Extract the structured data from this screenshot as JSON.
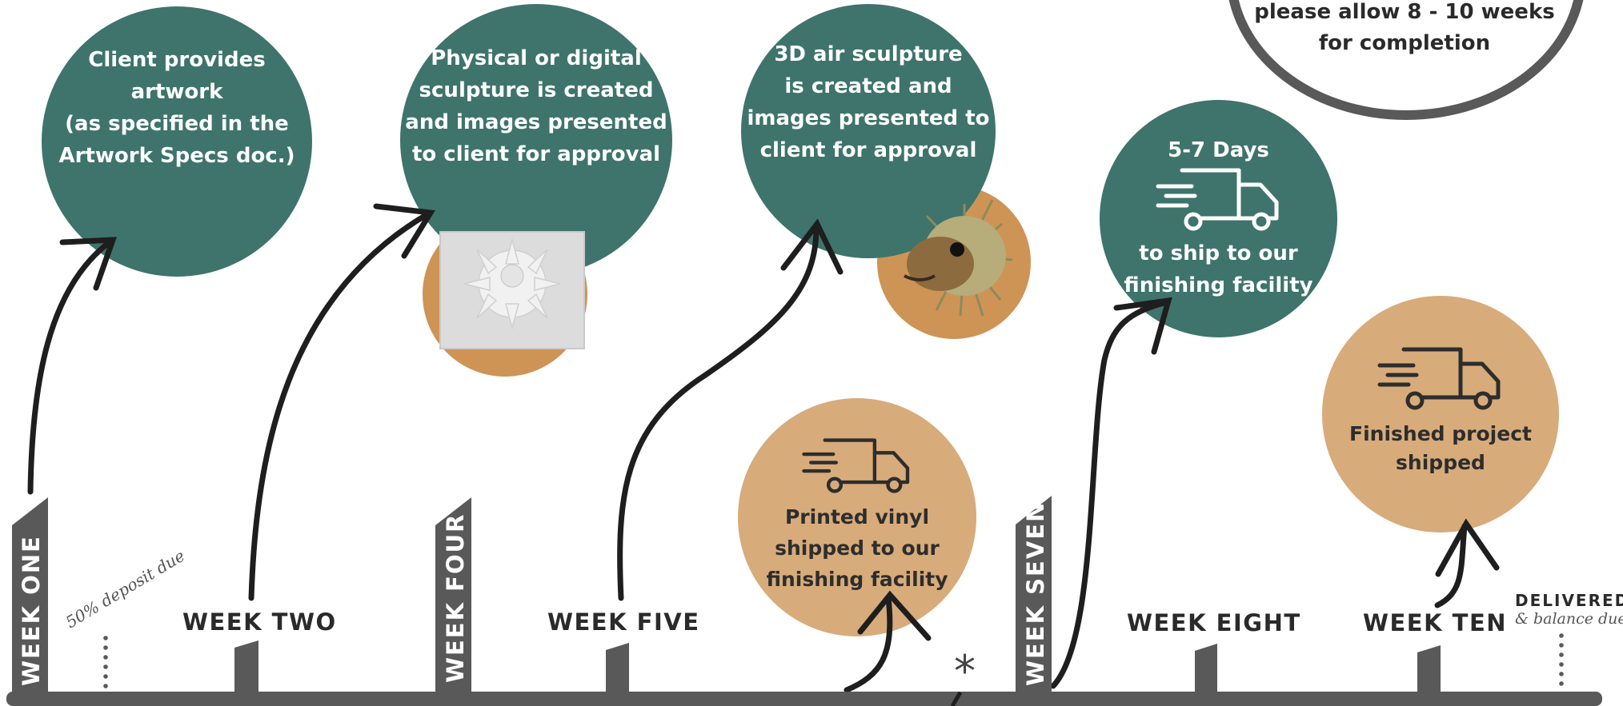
{
  "colors": {
    "green": "#3e746b",
    "tan": "#d8ab7a",
    "orange": "#cd9455",
    "gray": "#595959",
    "arrow": "#1e1e1e"
  },
  "header_note": {
    "text": "please allow 8 - 10 weeks\nfor completion"
  },
  "steps": [
    {
      "text": "Client provides\nartwork\n(as specified in the\nArtwork Specs doc.)"
    },
    {
      "text": "Physical or digital\nsculpture is created\nand images presented\nto client for approval"
    },
    {
      "text": "3D air sculpture\nis created and\nimages presented to\nclient for approval"
    },
    {
      "title": "5-7 Days",
      "icon": "truck-icon",
      "text": "to ship to our\nfinishing facility"
    },
    {
      "icon": "truck-icon",
      "text": "Printed vinyl\nshipped to our\nfinishing facility"
    },
    {
      "icon": "truck-icon",
      "text": "Finished project\nshipped"
    }
  ],
  "timeline": {
    "milestones": [
      "WEEK ONE",
      "WEEK FOUR",
      "WEEK SEVEN"
    ],
    "weeks": [
      "WEEK TWO",
      "WEEK FIVE",
      "WEEK EIGHT",
      "WEEK TEN"
    ],
    "deposit_note": "50% deposit due",
    "delivered": "DELIVERED",
    "balance_note": "& balance due",
    "asterisk": "*"
  }
}
